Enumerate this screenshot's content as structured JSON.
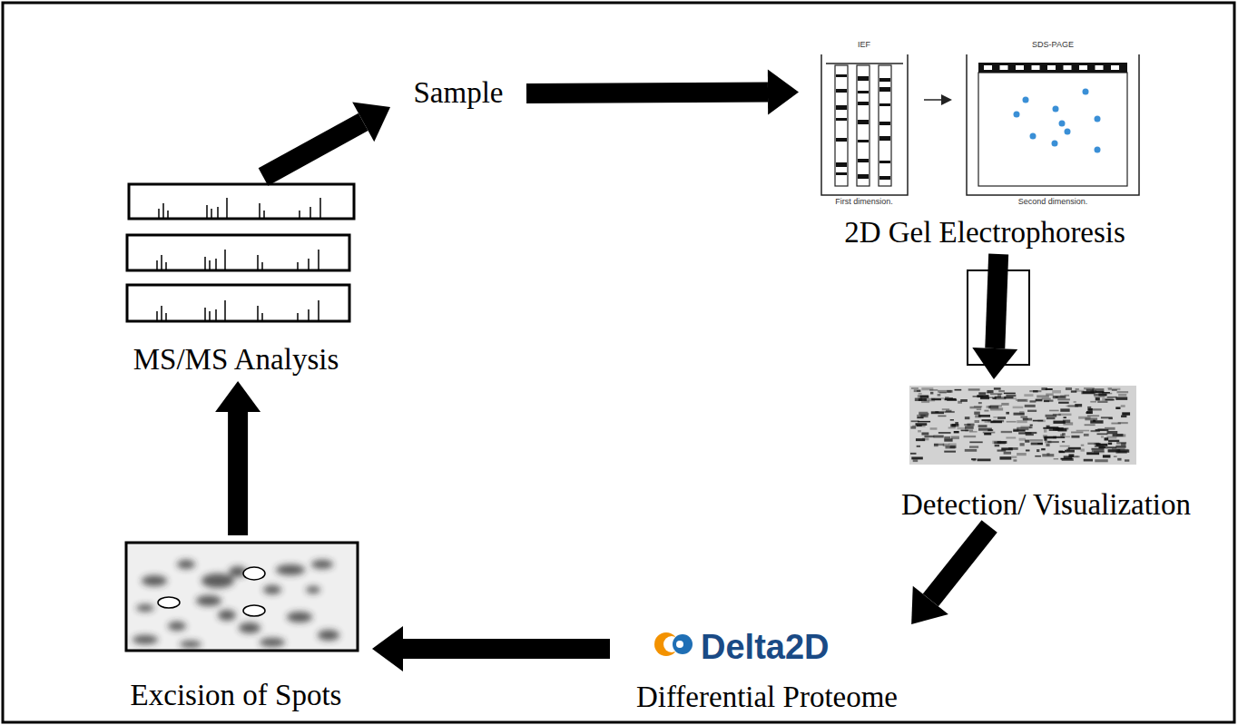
{
  "diagram": {
    "nodes": [
      {
        "text": [
          "Sample"
        ]
      },
      {
        "text": [
          "2D Gel Electrophoresis"
        ]
      },
      {
        "text": [
          "Detection/ Visualization"
        ]
      },
      {
        "text": [
          "Delta2D",
          "Differential Proteome"
        ]
      },
      {
        "text": [
          "Excision of Spots"
        ]
      },
      {
        "text": [
          "MS/MS Analysis"
        ]
      }
    ],
    "edges": [
      {
        "from": 0,
        "to": 1,
        "arrow": "to"
      },
      {
        "from": 1,
        "to": 2,
        "arrow": "to"
      },
      {
        "from": 2,
        "to": 3,
        "arrow": "to"
      },
      {
        "from": 3,
        "to": 4,
        "arrow": "to"
      },
      {
        "from": 4,
        "to": 5,
        "arrow": "to"
      },
      {
        "from": 5,
        "to": 0,
        "arrow": "to"
      }
    ],
    "labels": [
      "IEF",
      "SDS-PAGE",
      "First dimension.",
      "Second dimension."
    ]
  }
}
